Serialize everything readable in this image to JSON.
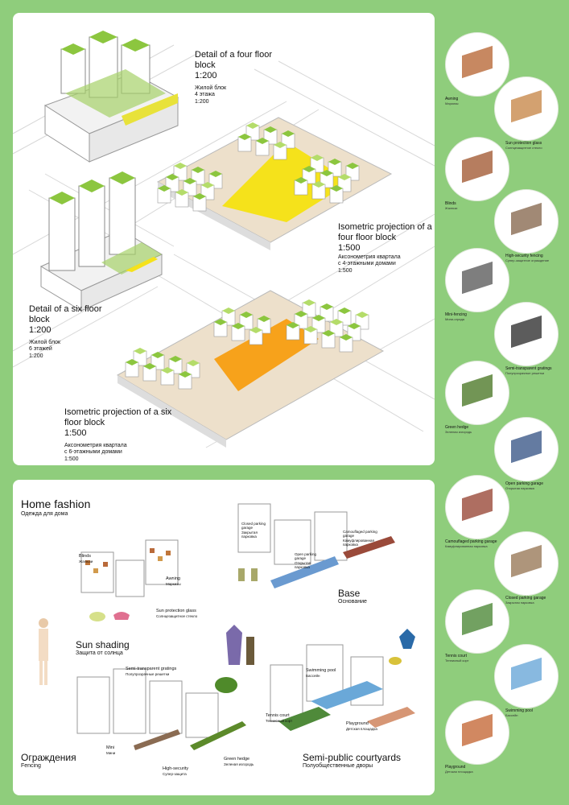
{
  "top": {
    "four_detail": {
      "title": "Detail of a four floor block",
      "scale": "1:200",
      "ru_line1": "Жилой блок",
      "ru_line2": "4 этажа",
      "ru_scale": "1:200"
    },
    "four_iso": {
      "title": "Isometric projection of a four floor block",
      "scale": "1:500",
      "ru_line1": "Аксонометрия квартала",
      "ru_line2": "с 4-этажными домами",
      "ru_scale": "1:500"
    },
    "six_detail": {
      "title": "Detail of a six floor block",
      "scale": "1:200",
      "ru_line1": "Жилой блок",
      "ru_line2": "6 этажей",
      "ru_scale": "1:200"
    },
    "six_iso": {
      "title": "Isometric projection of a six floor block",
      "scale": "1:500",
      "ru_line1": "Аксонометрия квартала",
      "ru_line2": "с 6-этажными домами",
      "ru_scale": "1:500"
    }
  },
  "bottom": {
    "title": "Home fashion",
    "subtitle": "Одежда для дома",
    "sun_shading": {
      "en": "Sun shading",
      "ru": "Защита от солнца"
    },
    "base": {
      "en": "Base",
      "ru": "Основание"
    },
    "fencing": {
      "ru": "Ограждения",
      "en": "Fencing"
    },
    "courtyards": {
      "en": "Semi-public courtyards",
      "ru": "Полуобщественные дворы"
    },
    "small": {
      "blinds": "Blinds",
      "blinds_ru": "Жалюзи",
      "awning": "Awning",
      "awning_ru": "Маркизы",
      "sun_glass": "Sun protection glass",
      "sun_glass_ru": "Солнцезащитное стекло",
      "closed_garage": "Closed parking garage",
      "closed_garage_ru": "Закрытая парковка",
      "camo_garage": "Camouflaged parking garage",
      "camo_garage_ru": "Камуфлированная парковка",
      "open_garage": "Open parking garage",
      "open_garage_ru": "Открытая парковка",
      "semi_gratings": "Semi-transparent gratings",
      "semi_gratings_ru": "Полупрозрачные решетки",
      "mini": "Mini",
      "mini_ru": "Мини",
      "high_security": "High-security",
      "high_security_ru": "Супер-защита",
      "green_hedge": "Green hedge",
      "green_hedge_ru": "Зеленая изгородь",
      "swimming_pool": "Swimming pool",
      "swimming_pool_ru": "Бассейн",
      "tennis_court": "Tennis court",
      "tennis_court_ru": "Теннисный корт",
      "playground": "Playground",
      "playground_ru": "Детская площадка"
    }
  },
  "circles": [
    {
      "en": "Awning",
      "ru": "Маркизы",
      "color": "#b96a3a"
    },
    {
      "en": "Sun protection glass",
      "ru": "Солнцезащитное стекло",
      "color": "#c88a4c"
    },
    {
      "en": "Blinds",
      "ru": "Жалюзи",
      "color": "#a45c37"
    },
    {
      "en": "High-security fencing",
      "ru": "Супер-защитное ограждение",
      "color": "#8a6b52"
    },
    {
      "en": "Mini-fencing",
      "ru": "Мини-ограда",
      "color": "#5e5e5e"
    },
    {
      "en": "Semi-transparent gratings",
      "ru": "Полупрозрачные решетки",
      "color": "#333333"
    },
    {
      "en": "Green hedge",
      "ru": "Зеленая изгородь",
      "color": "#4f7a2a"
    },
    {
      "en": "Open parking garage",
      "ru": "Открытая парковка",
      "color": "#3d5a8a"
    },
    {
      "en": "Camouflaged parking garage",
      "ru": "Камуфлированная парковка",
      "color": "#9a4a3a"
    },
    {
      "en": "Closed parking garage",
      "ru": "Закрытая парковка",
      "color": "#9a7a5a"
    },
    {
      "en": "Tennis court",
      "ru": "Теннисный корт",
      "color": "#4f8a3a"
    },
    {
      "en": "Swimming pool",
      "ru": "Бассейн",
      "color": "#6aa8d8"
    },
    {
      "en": "Playground",
      "ru": "Детская площадка",
      "color": "#c56a3a"
    }
  ],
  "colors": {
    "background": "#8fcd7c",
    "panel": "#ffffff",
    "roof_green": "#8cc63f",
    "courtyard_yellow": "#f5e21b",
    "courtyard_orange": "#f7a21b",
    "ground_beige": "#e9d8bf"
  }
}
